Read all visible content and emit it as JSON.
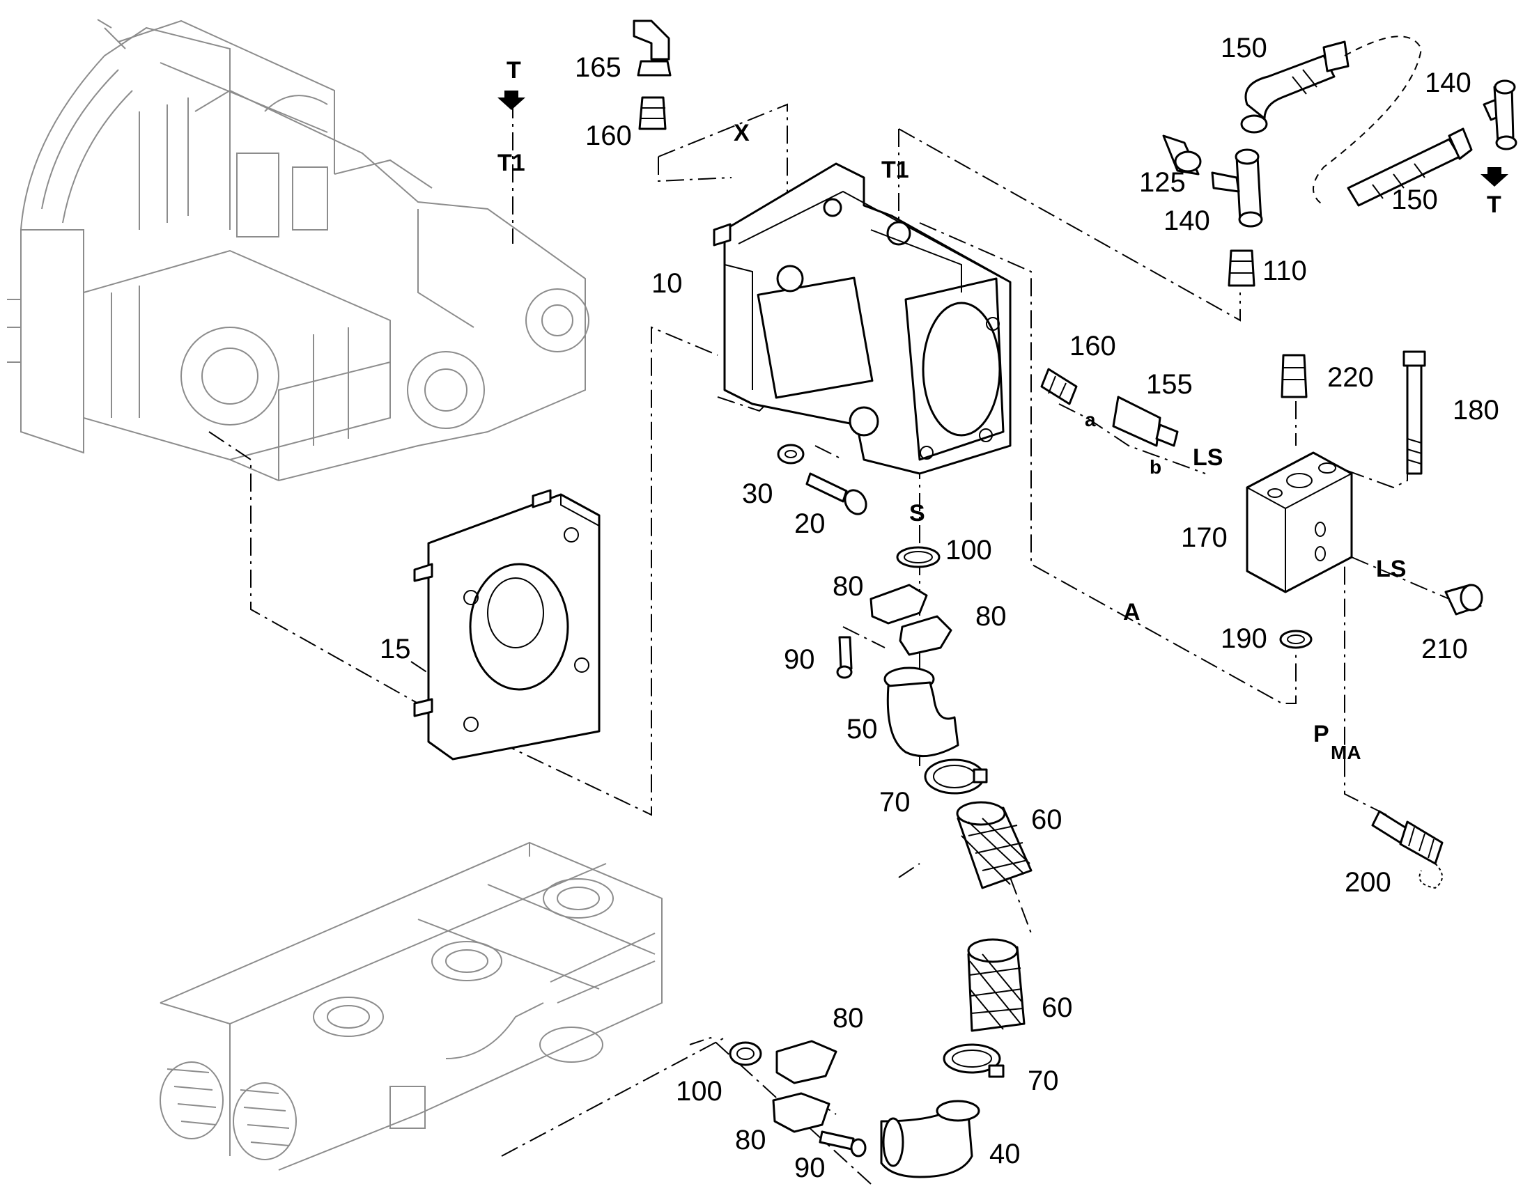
{
  "diagram": {
    "part_numbers": {
      "p10": "10",
      "p15": "15",
      "p20": "20",
      "p30": "30",
      "p40": "40",
      "p50": "50",
      "p60a": "60",
      "p60b": "60",
      "p70a": "70",
      "p70b": "70",
      "p80a": "80",
      "p80b": "80",
      "p80c": "80",
      "p80d": "80",
      "p90a": "90",
      "p90b": "90",
      "p100a": "100",
      "p100b": "100",
      "p110": "110",
      "p125": "125",
      "p140a": "140",
      "p140b": "140",
      "p150a": "150",
      "p150b": "150",
      "p155": "155",
      "p160a": "160",
      "p160b": "160",
      "p165": "165",
      "p170": "170",
      "p180": "180",
      "p190": "190",
      "p200": "200",
      "p210": "210",
      "p220": "220"
    },
    "port_labels": {
      "t_top": "T",
      "t1_top": "T1",
      "x": "X",
      "t1_pump": "T1",
      "s": "S",
      "a_port": "A",
      "ls1": "LS",
      "ls2": "LS",
      "a_small": "a",
      "b_small": "b",
      "pma_p": "P",
      "pma_sub": "MA",
      "t_right": "T"
    }
  }
}
